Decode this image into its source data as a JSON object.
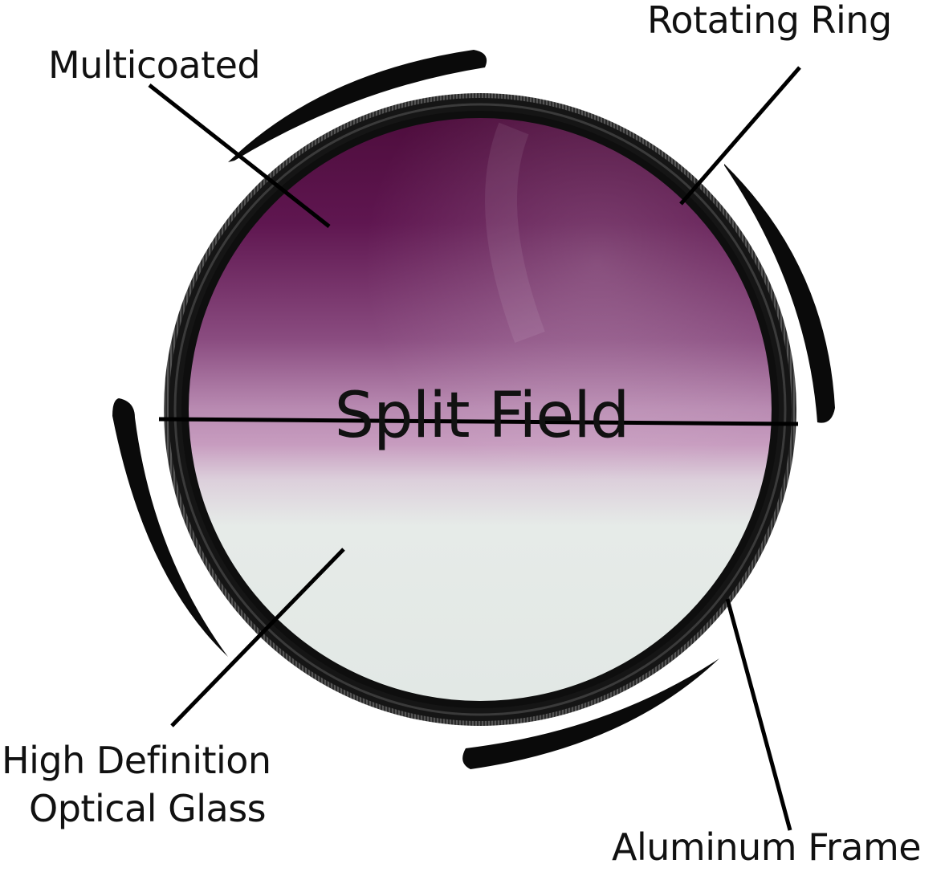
{
  "diagram": {
    "center_label": "Split Field",
    "callouts": {
      "multicoated": "Multicoated",
      "rotating_ring": "Rotating Ring",
      "hd_glass_line1": "High Definition",
      "hd_glass_line2": "Optical Glass",
      "aluminum_frame": "Aluminum Frame"
    },
    "colors": {
      "top_tint": "#5a1046",
      "mid_tint": "#b27aa8",
      "bottom_glass": "#e4e9e6",
      "frame": "#1a1a1a",
      "leader_lines": "#000000"
    },
    "icons": [
      "filter-lens-icon",
      "rotation-arrow-icon"
    ]
  }
}
